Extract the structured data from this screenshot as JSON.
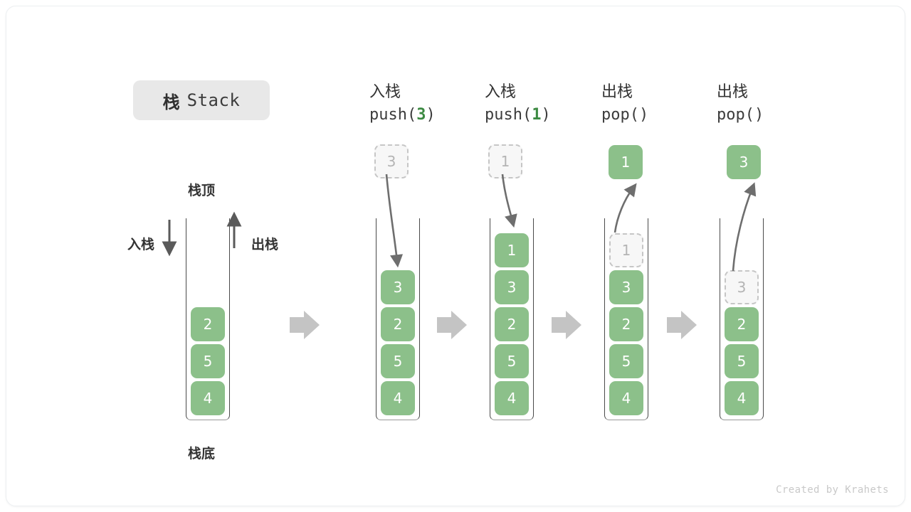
{
  "figure": {
    "title_cn": "栈",
    "title_en": "Stack",
    "credit": "Created by Krahets",
    "accent_green": "#8cc08a",
    "accent_green_text": "#3c8a42",
    "ghost_gray": "#b4b4b4",
    "arrow_gray": "#c4c4c4"
  },
  "legend": {
    "top_label": "栈顶",
    "bottom_label": "栈底",
    "push_label": "入栈",
    "pop_label": "出栈"
  },
  "chart_data": {
    "type": "diagram",
    "title": "栈 Stack",
    "steps": [
      {
        "id": "initial",
        "op_cn": "",
        "op_code": "",
        "stack": [
          "2",
          "5",
          "4"
        ],
        "ghost": null,
        "floating": null
      },
      {
        "id": "push-3",
        "op_cn": "入栈",
        "op_code_prefix": "push(",
        "op_arg": "3",
        "op_code_suffix": ")",
        "stack": [
          "3",
          "2",
          "5",
          "4"
        ],
        "ghost": {
          "value": "3",
          "position": "above"
        },
        "arrow": "down-into-stack"
      },
      {
        "id": "push-1",
        "op_cn": "入栈",
        "op_code_prefix": "push(",
        "op_arg": "1",
        "op_code_suffix": ")",
        "stack": [
          "1",
          "3",
          "2",
          "5",
          "4"
        ],
        "ghost": {
          "value": "1",
          "position": "above"
        },
        "arrow": "down-into-stack"
      },
      {
        "id": "pop-1",
        "op_cn": "出栈",
        "op_code_prefix": "pop(",
        "op_arg": "",
        "op_code_suffix": ")",
        "stack": [
          "3",
          "2",
          "5",
          "4"
        ],
        "ghost": {
          "value": "1",
          "position": "in-stack-top"
        },
        "floating": {
          "value": "1"
        },
        "arrow": "up-out-of-stack"
      },
      {
        "id": "pop-3",
        "op_cn": "出栈",
        "op_code_prefix": "pop(",
        "op_arg": "",
        "op_code_suffix": ")",
        "stack": [
          "2",
          "5",
          "4"
        ],
        "ghost": {
          "value": "3",
          "position": "in-stack-top"
        },
        "floating": {
          "value": "3"
        },
        "arrow": "up-out-of-stack"
      }
    ],
    "separators": [
      "arrow-right",
      "arrow-right",
      "arrow-right",
      "arrow-right"
    ]
  }
}
